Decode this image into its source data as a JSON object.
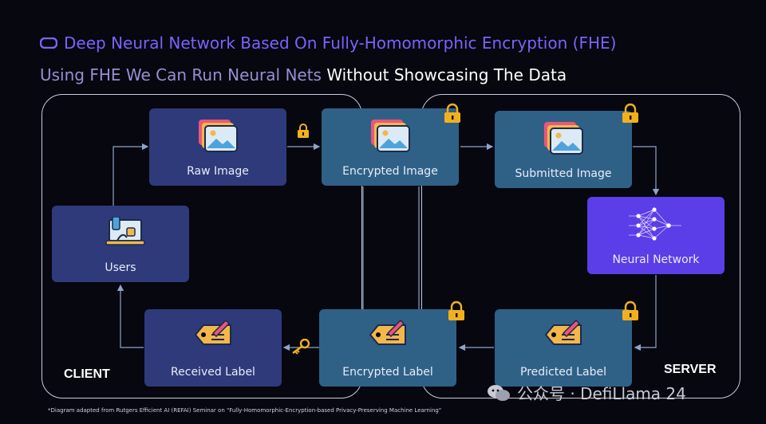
{
  "header": {
    "title": "Deep Neural Network Based On Fully-Homomorphic Encryption (FHE)",
    "subtitle_part1": "Using FHE We Can Run Neural Nets",
    "subtitle_part2": "Without Showcasing The Data"
  },
  "regions": {
    "client": "CLIENT",
    "server": "SERVER"
  },
  "nodes": {
    "raw_image": "Raw Image",
    "encrypted_image": "Encrypted Image",
    "submitted_image": "Submitted Image",
    "users": "Users",
    "neural_network": "Neural Network",
    "received_label": "Received Label",
    "encrypted_label": "Encrypted Label",
    "predicted_label": "Predicted Label"
  },
  "footnote": "*Diagram adapted from Rutgers Efficient AI (REFAI) Seminar on \"Fully-Homomorphic-Encryption-based Privacy-Preserving Machine Learning\"",
  "watermark": "公众号 · DefiLlama 24",
  "colors": {
    "accent": "#7b62ff",
    "client_box": "#2e3a7a",
    "server_box": "#2f6187",
    "neural_box": "#5b3ee8",
    "lock": "#f2b01e"
  }
}
